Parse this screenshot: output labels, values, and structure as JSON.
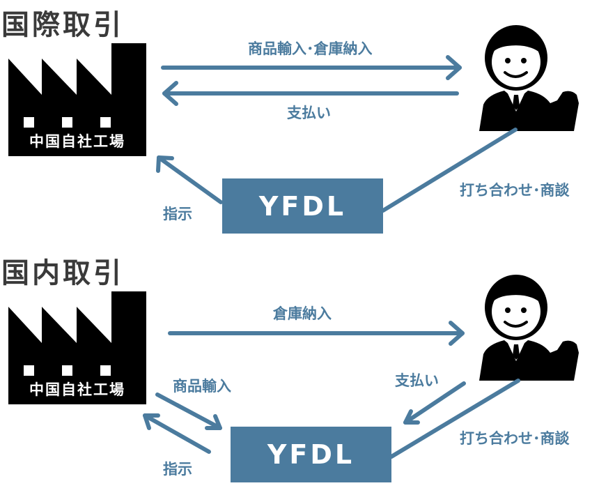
{
  "sections": [
    {
      "title": "国際取引",
      "factory_label": "中国自社工場",
      "yfdl_label": "YFDL",
      "arrow_top_label": "商品輸入･倉庫納入",
      "arrow_back_label": "支払い",
      "instruction_label": "指示",
      "meeting_label": "打ち合わせ･商談"
    },
    {
      "title": "国内取引",
      "factory_label": "中国自社工場",
      "yfdl_label": "YFDL",
      "arrow_top_label": "倉庫納入",
      "import_label": "商品輸入",
      "payment_label": "支払い",
      "instruction_label": "指示",
      "meeting_label": "打ち合わせ･商談"
    }
  ],
  "colors": {
    "accent": "#4b7b9e",
    "dark": "#000000",
    "title": "#3a3a3a"
  }
}
